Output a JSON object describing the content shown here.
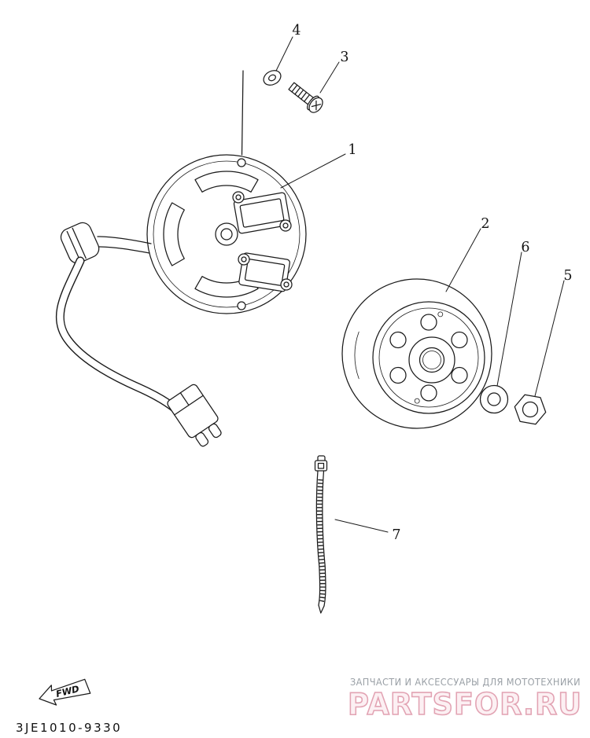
{
  "diagram": {
    "code": "3JE1010-9330",
    "fwd_label": "FWD"
  },
  "callouts": [
    {
      "number": "1",
      "part": "stator-assembly"
    },
    {
      "number": "2",
      "part": "rotor-flywheel"
    },
    {
      "number": "3",
      "part": "screw"
    },
    {
      "number": "4",
      "part": "washer"
    },
    {
      "number": "5",
      "part": "nut"
    },
    {
      "number": "6",
      "part": "washer"
    },
    {
      "number": "7",
      "part": "cable-tie"
    }
  ],
  "watermark": {
    "tagline": "ЗАПЧАСТИ И АКСЕССУАРЫ ДЛЯ МОТОТЕХНИКИ",
    "brand": "PARTSFOR.RU"
  },
  "colors": {
    "line": "#1b1b1b",
    "brand_outline": "#e2a3b3",
    "tagline_text": "#9aa0a6",
    "background": "#ffffff"
  }
}
